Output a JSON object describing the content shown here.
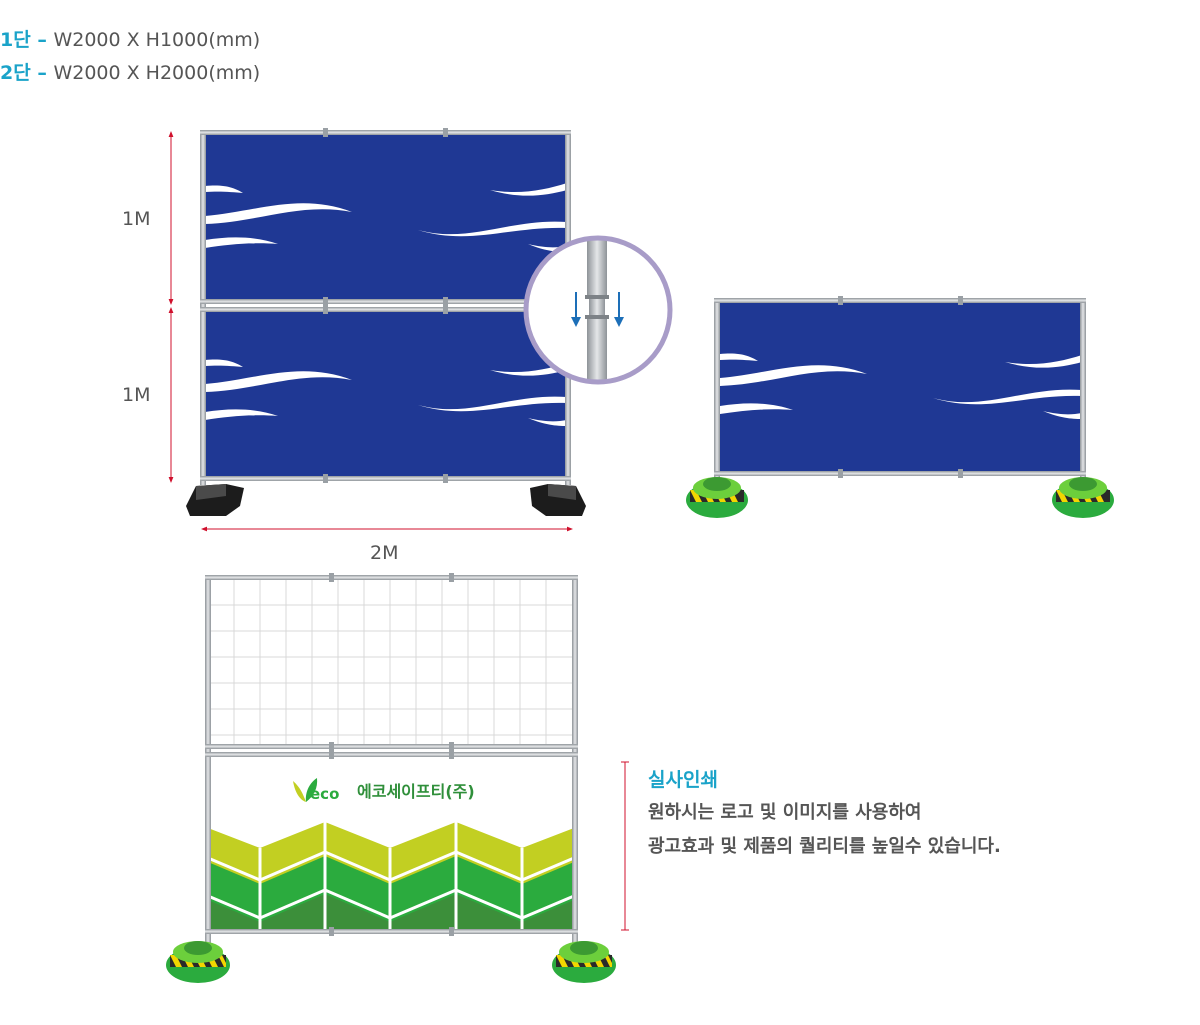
{
  "specs": [
    {
      "level": "1단",
      "dash": " – ",
      "size": "W2000 X H1000(mm)"
    },
    {
      "level": "2단",
      "dash": " – ",
      "size": "W2000 X H2000(mm)"
    }
  ],
  "dimensions": {
    "upper_height": "1M",
    "lower_height": "1M",
    "width": "2M"
  },
  "print_note": {
    "title": "실사인쇄",
    "lines": [
      "원하시는 로고 및 이미지를 사용하여",
      "광고효과 및 제품의 퀄리티를 높일수 있습니다."
    ]
  },
  "brand": {
    "logo_text": "eco",
    "company": "에코세이프티(주)"
  },
  "colors": {
    "banner_blue": "#1f3894",
    "accent_cyan": "#1aa3c9",
    "dimension_red": "#d0102c",
    "frame_grey": "#b8bcc0",
    "zoom_ring": "#a89cc8",
    "lime": "#c2cf22",
    "green": "#2bab3e",
    "dark_green": "#3c8f3a"
  }
}
